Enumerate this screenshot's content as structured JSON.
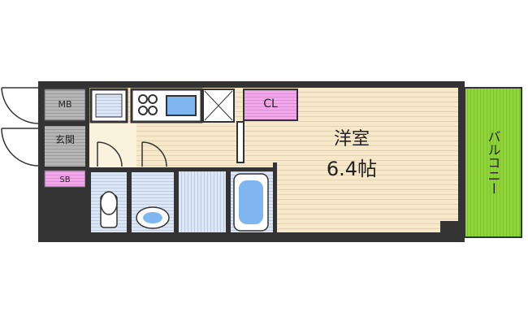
{
  "plan": {
    "room_name": "洋室",
    "room_size": "6.4帖",
    "balcony_label": "バルコニー",
    "labels": {
      "mb": "MB",
      "sb": "SB",
      "cl": "CL",
      "entrance": "玄関"
    }
  },
  "colors": {
    "wall": "#333333",
    "room_floor": "#f6e8c9",
    "wet_area": "#dbe7f7",
    "balcony": "#8fd43a",
    "closet": "#f4a8ec",
    "entrance_gray": "#b5b5b5"
  }
}
